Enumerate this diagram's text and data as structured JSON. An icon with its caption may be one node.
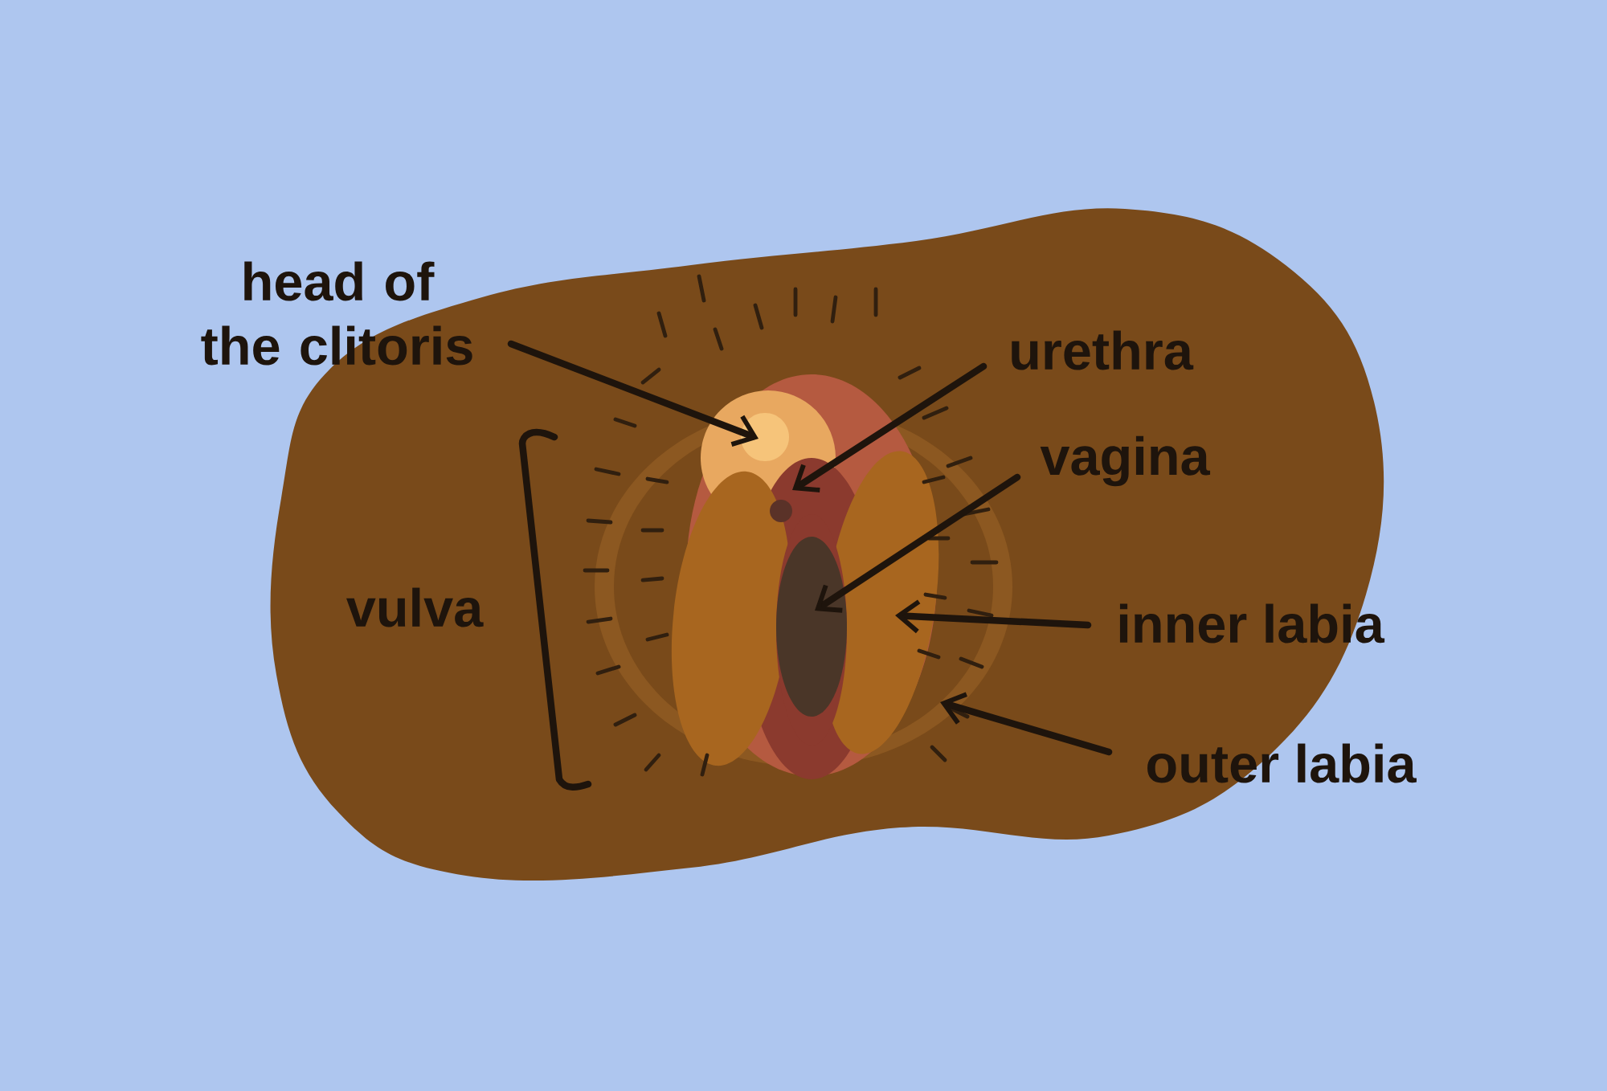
{
  "diagram": {
    "nodes": [
      {
        "text": [
          "head of the clitoris"
        ]
      },
      {
        "text": [
          "urethra"
        ]
      },
      {
        "text": [
          "vagina"
        ]
      },
      {
        "text": [
          "inner labia"
        ]
      },
      {
        "text": [
          "outer labia"
        ]
      }
    ],
    "edges": [
      {
        "from": 0,
        "to": null,
        "arrow": "to"
      },
      {
        "from": 1,
        "to": null,
        "arrow": "to"
      },
      {
        "from": 2,
        "to": null,
        "arrow": "to"
      },
      {
        "from": 3,
        "to": null,
        "arrow": "to"
      },
      {
        "from": 4,
        "to": null,
        "arrow": "to"
      }
    ],
    "labels": [
      "vulva"
    ]
  }
}
